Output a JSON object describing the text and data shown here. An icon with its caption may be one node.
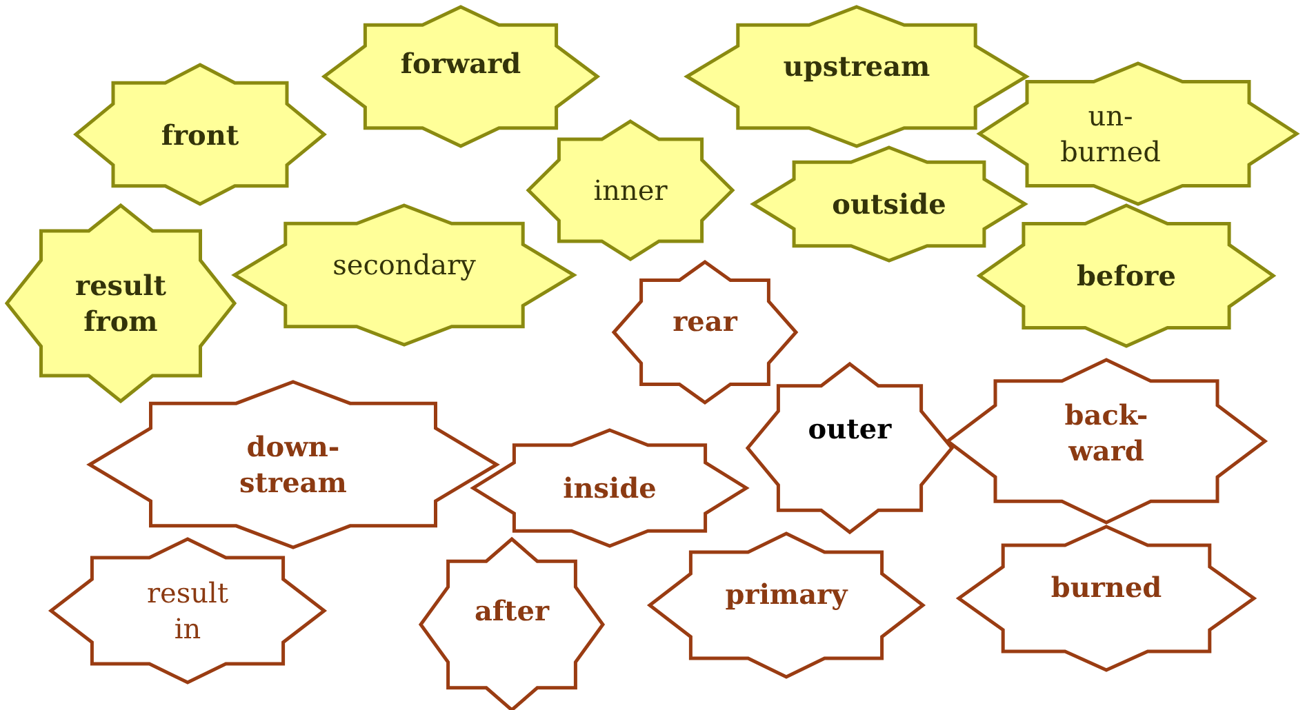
{
  "diagram": {
    "nodes": [
      {
        "text": [
          "front"
        ]
      },
      {
        "text": [
          "forward"
        ]
      },
      {
        "text": [
          "upstream"
        ]
      },
      {
        "text": [
          "un- burned"
        ]
      },
      {
        "text": [
          "inner"
        ]
      },
      {
        "text": [
          "outside"
        ]
      },
      {
        "text": [
          "result from"
        ]
      },
      {
        "text": [
          "secondary"
        ]
      },
      {
        "text": [
          "before"
        ]
      },
      {
        "text": [
          "rear"
        ]
      },
      {
        "text": [
          "down- stream"
        ]
      },
      {
        "text": [
          "outer"
        ]
      },
      {
        "text": [
          "back- ward"
        ]
      },
      {
        "text": [
          "inside"
        ]
      },
      {
        "text": [
          "result in"
        ]
      },
      {
        "text": [
          "after"
        ]
      },
      {
        "text": [
          "primary"
        ]
      },
      {
        "text": [
          "burned"
        ]
      }
    ]
  }
}
